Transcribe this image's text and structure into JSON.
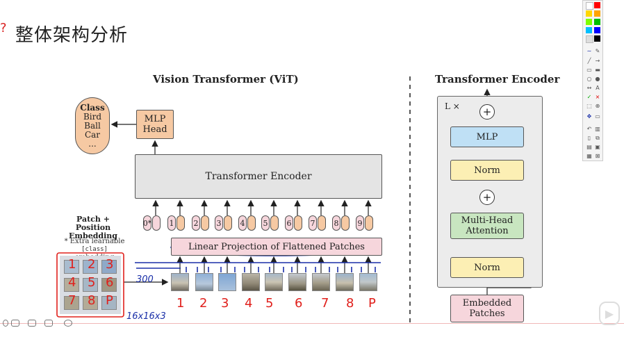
{
  "heading": "整体架构分析",
  "vit": {
    "title": "Vision Transformer (ViT)",
    "class_box": {
      "title": "Class",
      "items": [
        "Bird",
        "Ball",
        "Car",
        "..."
      ]
    },
    "mlp_head": "MLP Head",
    "encoder": "Transformer Encoder",
    "linear_projection": "Linear Projection of Flattened Patches",
    "embedding_label": "Patch + Position Embedding",
    "note_line1": "* Extra learnable",
    "note_code": "[class]",
    "note_line2": "embedding",
    "tokens": [
      "0*",
      "1",
      "2",
      "3",
      "4",
      "5",
      "6",
      "7",
      "8",
      "9"
    ]
  },
  "encoder_detail": {
    "title": "Transformer Encoder",
    "repeat": "L ×",
    "mlp": "MLP",
    "norm_top": "Norm",
    "mha": "Multi-Head Attention",
    "norm_bottom": "Norm",
    "input": "Embedded Patches"
  },
  "annotations": {
    "label_300": "300",
    "label_dims": "16x16x3",
    "patch_numbers": [
      "1",
      "2",
      "3",
      "4",
      "5",
      "6",
      "7",
      "8",
      "P"
    ],
    "grid_numbers": [
      "1",
      "2",
      "3",
      "4",
      "5",
      "6",
      "7",
      "8",
      "P"
    ]
  },
  "colors": {
    "orange": "#f6c9a3",
    "pink": "#f6d6dc",
    "gray": "#e4e4e4",
    "blue": "#bfe0f5",
    "yellow": "#fcefb4",
    "green": "#c8e6c0",
    "ink_blue": "#1a2fa8",
    "ink_red": "#e0201c"
  },
  "toolbar": {
    "tools": [
      "pen-icon",
      "highlighter-icon",
      "line-icon",
      "arrow-icon",
      "rect-icon",
      "filled-rect-icon",
      "ellipse-icon",
      "filled-ellipse-icon",
      "double-arrow-icon",
      "text-icon",
      "check-icon",
      "cross-icon",
      "select-icon",
      "zoom-icon",
      "move-icon",
      "eraser-icon",
      "undo-icon",
      "delete-icon",
      "new-page-icon",
      "copy-icon",
      "print-icon",
      "save-icon",
      "screenshot-icon",
      "close-icon"
    ],
    "text_tool_label": "A",
    "check_glyph": "✓",
    "cross_glyph": "×"
  }
}
